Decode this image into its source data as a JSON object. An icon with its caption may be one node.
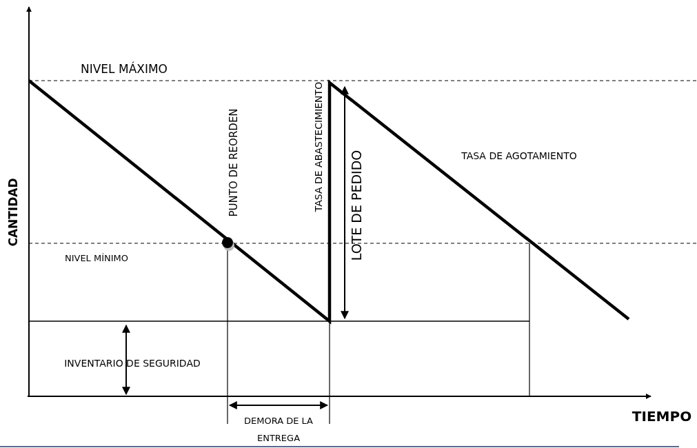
{
  "diagram": {
    "labels": [
      "NIVEL MÁXIMO",
      "PUNTO DE REORDEN",
      "TASA DE ABASTECIMIENTO",
      "LOTE DE PEDIDO",
      "TASA DE AGOTAMIENTO",
      "CANTIDAD",
      "NIVEL MÍNIMO",
      "INVENTARIO DE SEGURIDAD",
      "DEMORA DE LA ENTREGA",
      "TIEMPO"
    ]
  }
}
